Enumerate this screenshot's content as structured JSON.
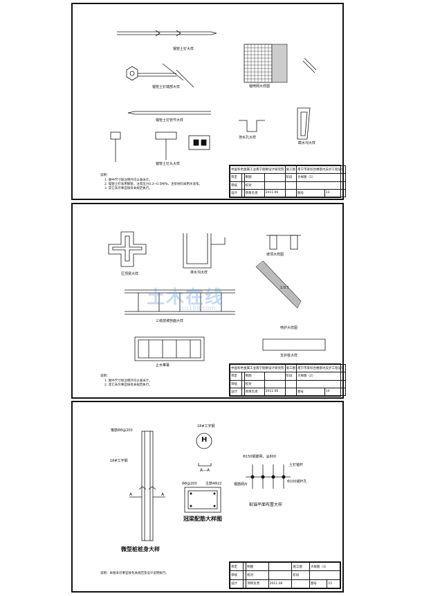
{
  "sheets": [
    {
      "labels": {
        "pile_tip_a": "钢管土钉大样",
        "pile_tip_b": "锚管土钉端部大样",
        "pile_tip_c": "锚管土钉管节大样",
        "head_a": "锚管土钉头大样",
        "net": "锚喷网大样图",
        "drain": "泄水孔大样",
        "ditch": "截水沟大样"
      },
      "notes_title": "说明：",
      "notes": [
        "1. 图中尺寸除注明外均以毫米计。",
        "2. 锚管土钉采用钢管，注浆压力0.3~0.5MPa，注浆材料采用水泥浆。",
        "3. 其它未尽事宜按有关规范执行。"
      ],
      "tb": {
        "company": "中国有色金属工业南宁勘察设计研究院",
        "project": "南宁市某综合楼基坑支护工程设计",
        "review": "审定",
        "check": "审核",
        "proofread": "校对",
        "design": "设计",
        "leader": "项目负责",
        "draw": "制图",
        "drawing_title": "大样图（1）",
        "date": "2011.06",
        "no_label": "图号",
        "no": "13",
        "stage": "施工图",
        "phase": "阶段"
      }
    },
    {
      "labels": {
        "a": "压顶梁大样",
        "b": "排水沟大样",
        "c": "三级放坡剖面大样",
        "d": "止水帷幕",
        "e": "喷护大样图",
        "f": "坡顶大样图",
        "g": "支护桩大样",
        "dim": "1:0.5"
      },
      "notes_title": "说明：",
      "notes": [
        "1. 图中尺寸除注明外均以毫米计。",
        "2. 其它未尽事宜按有关规范执行。"
      ],
      "tb": {
        "company": "中国有色金属工业南宁勘察设计研究院",
        "project": "南宁市某综合楼基坑支护工程设计",
        "review": "审定",
        "check": "审核",
        "proofread": "校对",
        "design": "设计",
        "leader": "项目负责",
        "draw": "制图",
        "drawing_title": "大样图（2）",
        "date": "2011.06",
        "no_label": "图号",
        "no": "14",
        "stage": "施工图",
        "phase": "阶段"
      }
    },
    {
      "labels": {
        "rebar_a": "箍筋Φ8@200",
        "ibeam": "18#工字钢",
        "ibeam_col": "18#工字钢",
        "section": "A—A",
        "ibeam_symbol": "H",
        "pile_title": "微型桩桩身大样",
        "cap_title": "冠梁配筋大样图",
        "cap_stirrup": "Φ8@200",
        "cap_main": "主筋4Φ22",
        "anchor_a": "Φ100锚杆孔",
        "anchor_b": "土钉锚杆",
        "anchor_c": "钢筋网片",
        "anchor_d": "Φ150钢筋网，@800",
        "plan_title": "桩锚平面布置大样",
        "cut_a": "A",
        "cut_b": "A",
        "note": "说明：本图未尽事宜按有关规范及设计说明执行。"
      },
      "tb": {
        "review": "审定",
        "check": "审核",
        "proofread": "校对",
        "design": "设计",
        "leader": "项目负责",
        "draw": "制图",
        "drawing_title": "大样图（3）",
        "date": "2011.06",
        "no_label": "图号",
        "no": "15",
        "stage": "施工图",
        "phase": "阶段"
      }
    }
  ],
  "watermark": {
    "text": "土木在线",
    "sub": "co188.com"
  }
}
